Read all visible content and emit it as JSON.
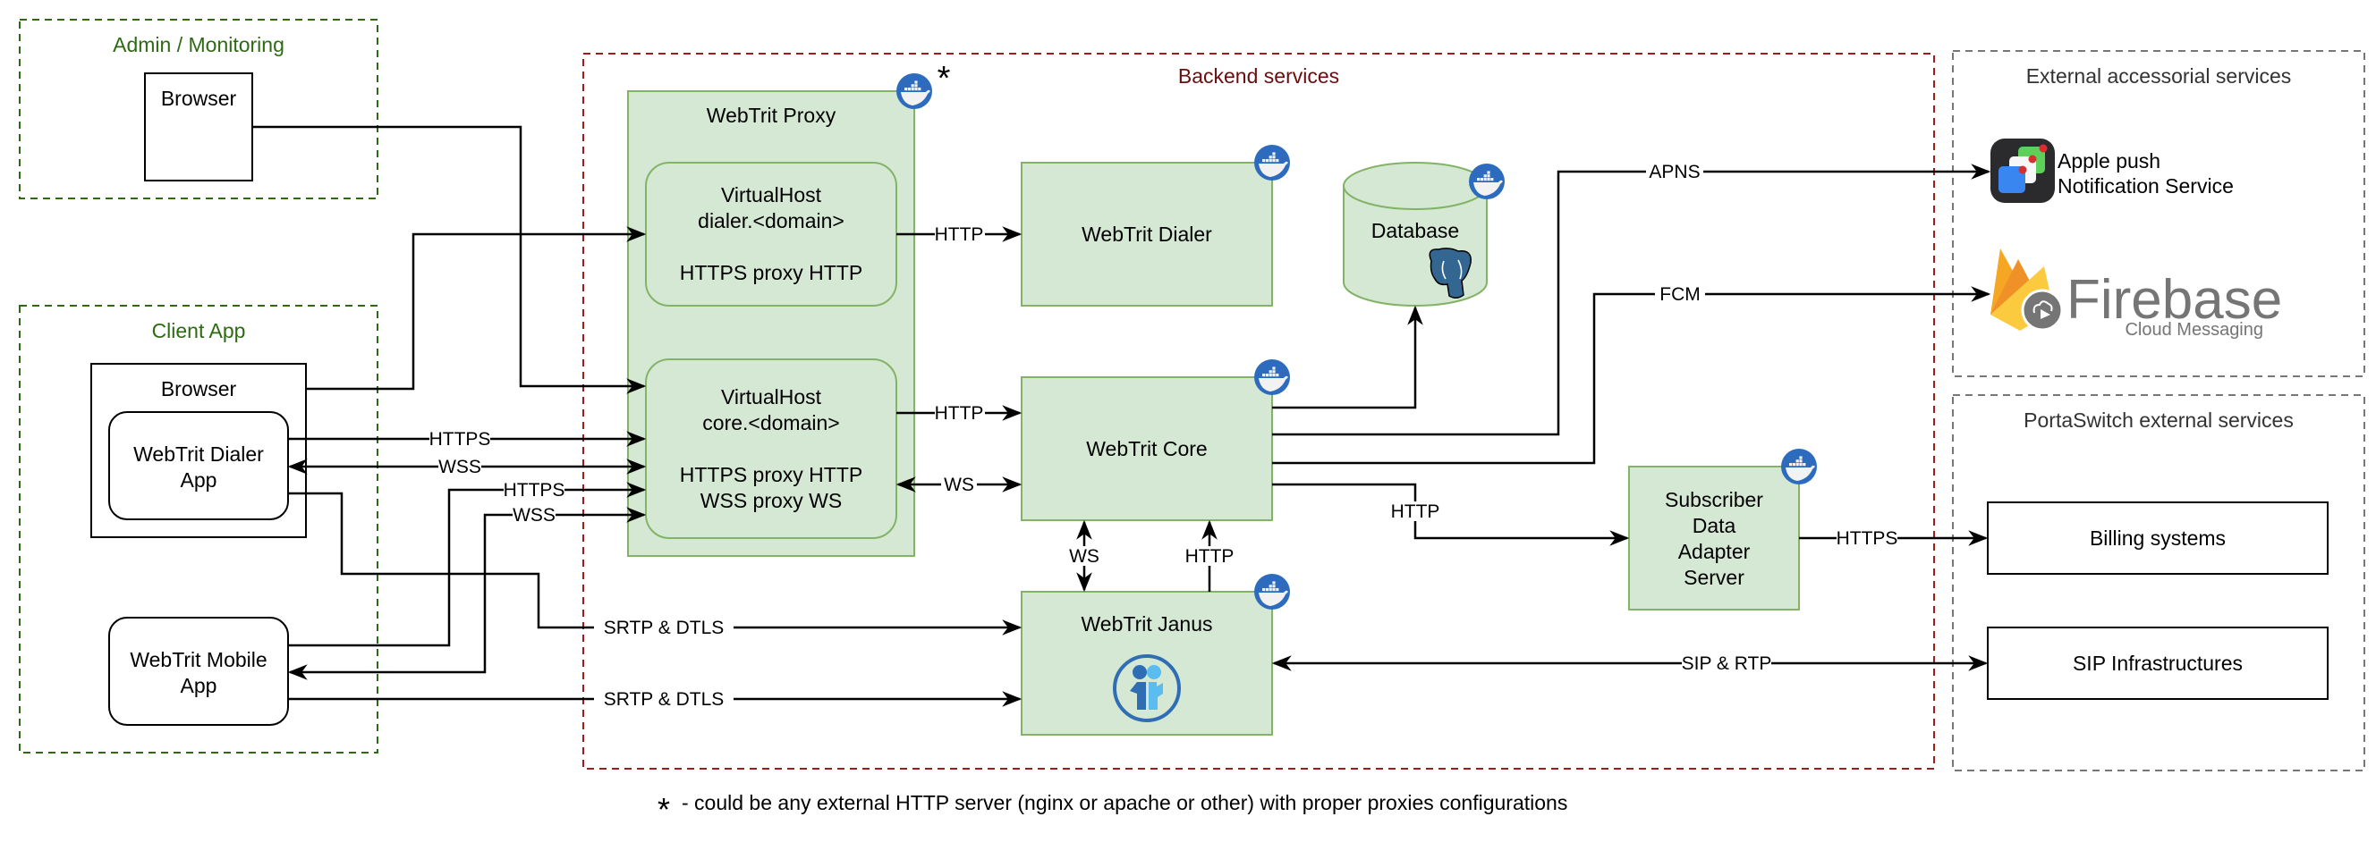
{
  "groups": {
    "admin": {
      "title": "Admin / Monitoring"
    },
    "client": {
      "title": "Client App"
    },
    "backend": {
      "title": "Backend services"
    },
    "external": {
      "title": "External accessorial services"
    },
    "portaswitch": {
      "title": "PortaSwitch external services"
    }
  },
  "nodes": {
    "admin_browser": "Browser",
    "client_browser": "Browser",
    "dialer_app": [
      "WebTrit Dialer",
      "App"
    ],
    "mobile_app": [
      "WebTrit Mobile",
      "App"
    ],
    "proxy": {
      "title": "WebTrit Proxy",
      "asterisk": "*"
    },
    "vhost_dialer": [
      "VirtualHost",
      "dialer.<domain>",
      "",
      "HTTPS proxy HTTP"
    ],
    "vhost_core": [
      "VirtualHost",
      "core.<domain>",
      "",
      "HTTPS proxy HTTP",
      "WSS proxy WS"
    ],
    "webtrit_dialer": "WebTrit Dialer",
    "webtrit_core": "WebTrit Core",
    "webtrit_janus": "WebTrit Janus",
    "database": "Database",
    "subscriber": [
      "Subscriber",
      "Data",
      "Adapter",
      "Server"
    ],
    "apns": [
      "Apple push",
      "Notification Service"
    ],
    "firebase": {
      "name": "Firebase",
      "subtitle": "Cloud Messaging"
    },
    "billing": "Billing systems",
    "sip_infra": "SIP Infrastructures"
  },
  "edges": {
    "dialer_https": "HTTPS",
    "dialer_wss": "WSS",
    "mobile_https": "HTTPS",
    "mobile_wss": "WSS",
    "vhost_dialer_http": "HTTP",
    "vhost_core_http": "HTTP",
    "vhost_core_ws": "WS",
    "janus_ws": "WS",
    "janus_http": "HTTP",
    "srtp_browser": "SRTP & DTLS",
    "srtp_mobile": "SRTP & DTLS",
    "apns": "APNS",
    "fcm": "FCM",
    "subscriber_http": "HTTP",
    "billing_https": "HTTPS",
    "sip_rtp": "SIP & RTP"
  },
  "icons": {
    "container": "docker-icon",
    "database_engine": "postgresql-elephant-icon",
    "janus": "janus-logo-icon",
    "apns": "apple-push-icon",
    "firebase": "firebase-flame-icon"
  },
  "colors": {
    "service_fill": "#d5e8d4",
    "service_stroke": "#82b366",
    "client_group": "#2d6a12",
    "backend_group": "#a11c1c",
    "external_group": "#777777",
    "docker_blue": "#2d6bbf"
  },
  "footnote": {
    "mark": "*",
    "text": "- could be any external HTTP server (nginx or apache or other) with proper proxies configurations"
  }
}
